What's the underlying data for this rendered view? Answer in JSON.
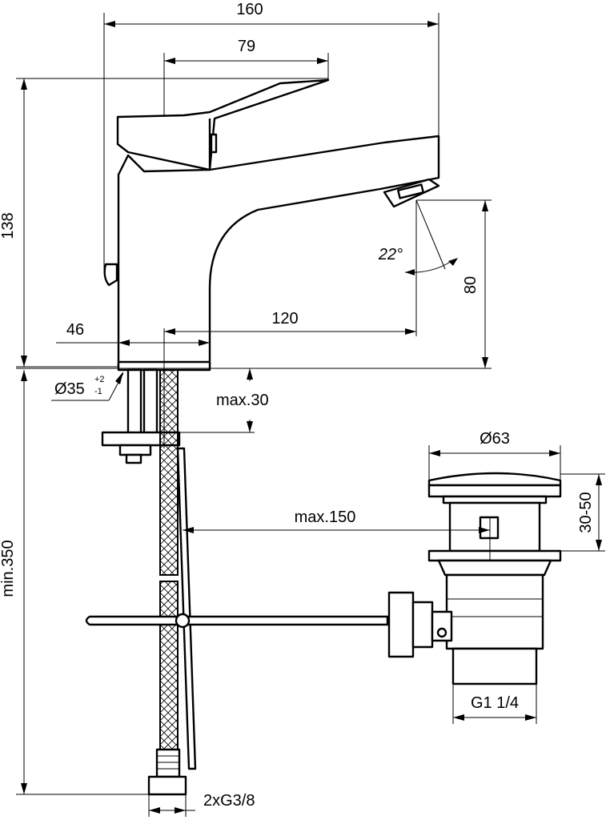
{
  "dimensions": {
    "overall_width": "160",
    "lever_length": "79",
    "total_height": "138",
    "spout_reach": "120",
    "lever_offset": "46",
    "spout_height": "80",
    "spout_angle": "22°",
    "hole_diameter": "Ø35",
    "hole_tol_upper": "+2",
    "hole_tol_lower": "-1",
    "max_deck_thickness": "max.30",
    "pull_rod_distance": "max.150",
    "waste_flange": "Ø63",
    "waste_deck_range": "30-50",
    "waste_thread": "G1 1/4",
    "min_hose_length": "min.350",
    "connections": "2xG3/8"
  }
}
